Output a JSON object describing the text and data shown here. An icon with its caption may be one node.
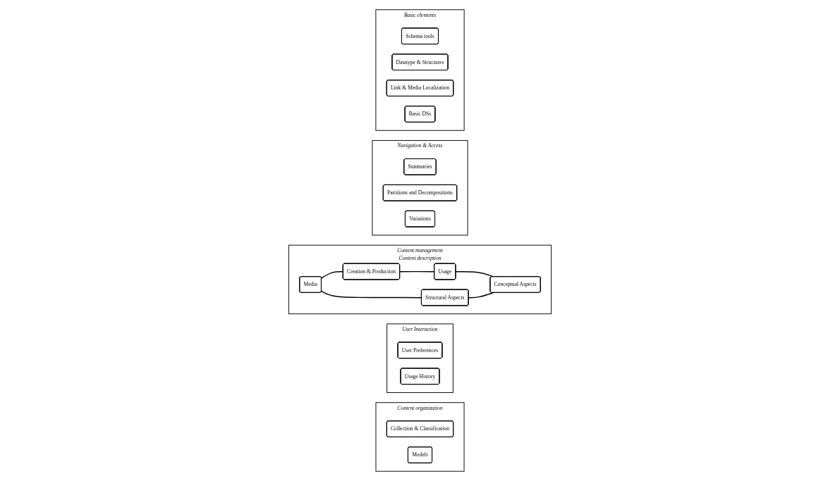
{
  "diagram": {
    "nodes": [
      {
        "text": [
          "Content organization"
        ]
      },
      {
        "text": [
          "Collection & Classification"
        ],
        "in": 0
      },
      {
        "text": [
          "Models"
        ],
        "in": 0
      },
      {
        "text": [
          "User Interaction"
        ]
      },
      {
        "text": [
          "User Preferences"
        ],
        "in": 3
      },
      {
        "text": [
          "Usage History"
        ],
        "in": 3
      },
      {
        "text": [
          "Content management",
          "Content description"
        ]
      },
      {
        "text": [
          "Creation & Production"
        ],
        "in": 6
      },
      {
        "text": [
          "Media"
        ],
        "in": 6
      },
      {
        "text": [
          "Usage"
        ],
        "in": 6
      },
      {
        "text": [
          "Structural Aspects"
        ],
        "in": 6
      },
      {
        "text": [
          "Conceptual Aspects"
        ],
        "in": 6
      },
      {
        "text": [
          "Navigation & Access"
        ]
      },
      {
        "text": [
          "Summaries"
        ],
        "in": 12
      },
      {
        "text": [
          "Partitions and Decompositions"
        ],
        "in": 12
      },
      {
        "text": [
          "Variations"
        ],
        "in": 12
      },
      {
        "text": [
          "Basic elements"
        ]
      },
      {
        "text": [
          "Schema tools"
        ],
        "in": 16
      },
      {
        "text": [
          "Datatype & Structures"
        ],
        "in": 16
      },
      {
        "text": [
          "Link & Media Localization"
        ],
        "in": 16
      },
      {
        "text": [
          "Basic DSs"
        ],
        "in": 16
      }
    ],
    "edges": [
      {
        "from": 8,
        "to": 7,
        "arrow": "none"
      },
      {
        "from": 7,
        "to": 9,
        "arrow": "none"
      },
      {
        "from": 8,
        "to": 10,
        "arrow": "none"
      },
      {
        "from": 9,
        "to": 11,
        "arrow": "none"
      },
      {
        "from": 10,
        "to": 11,
        "arrow": "none"
      }
    ]
  }
}
